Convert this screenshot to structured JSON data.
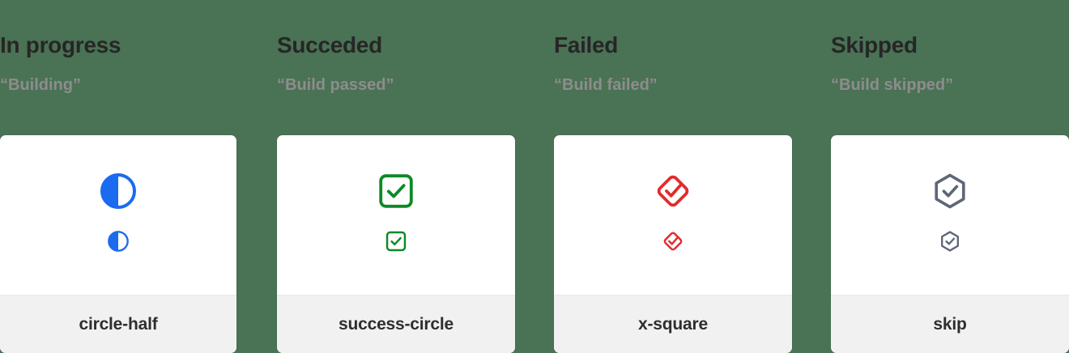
{
  "page": {
    "background_color": "#4a7254",
    "card_background": "#ffffff",
    "footer_background": "#f1f1f1",
    "title_color": "#262626",
    "subtitle_color": "#8d8d8d"
  },
  "columns": [
    {
      "title": "In progress",
      "subtitle": "“Building”",
      "icon_name": "circle-half",
      "icon_color": "#1a6bf0",
      "icon_semantic": "circle-half-icon"
    },
    {
      "title": "Succeded",
      "subtitle": "“Build passed”",
      "icon_name": "success-circle",
      "icon_color": "#0b8a26",
      "icon_semantic": "success-circle-icon"
    },
    {
      "title": "Failed",
      "subtitle": "“Build failed”",
      "icon_name": "x-square",
      "icon_color": "#e32b2b",
      "icon_semantic": "x-square-icon"
    },
    {
      "title": "Skipped",
      "subtitle": "“Build skipped”",
      "icon_name": "skip",
      "icon_color": "#5e6677",
      "icon_semantic": "skip-icon"
    }
  ]
}
